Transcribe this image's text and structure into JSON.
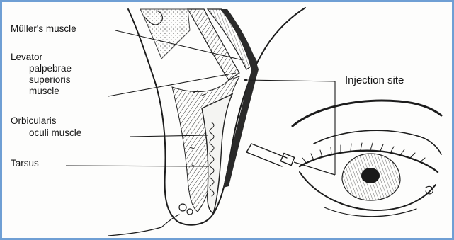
{
  "labels": {
    "muller": "Müller's muscle",
    "levator": [
      "Levator",
      "palpebrae",
      "superioris",
      "muscle"
    ],
    "orbicularis": [
      "Orbicularis",
      "oculi muscle"
    ],
    "tarsus": "Tarsus",
    "injection_site": "Injection site"
  },
  "colors": {
    "frame_border": "#6f9fd4",
    "ink": "#1c1c1c",
    "background": "#fdfdfc"
  }
}
